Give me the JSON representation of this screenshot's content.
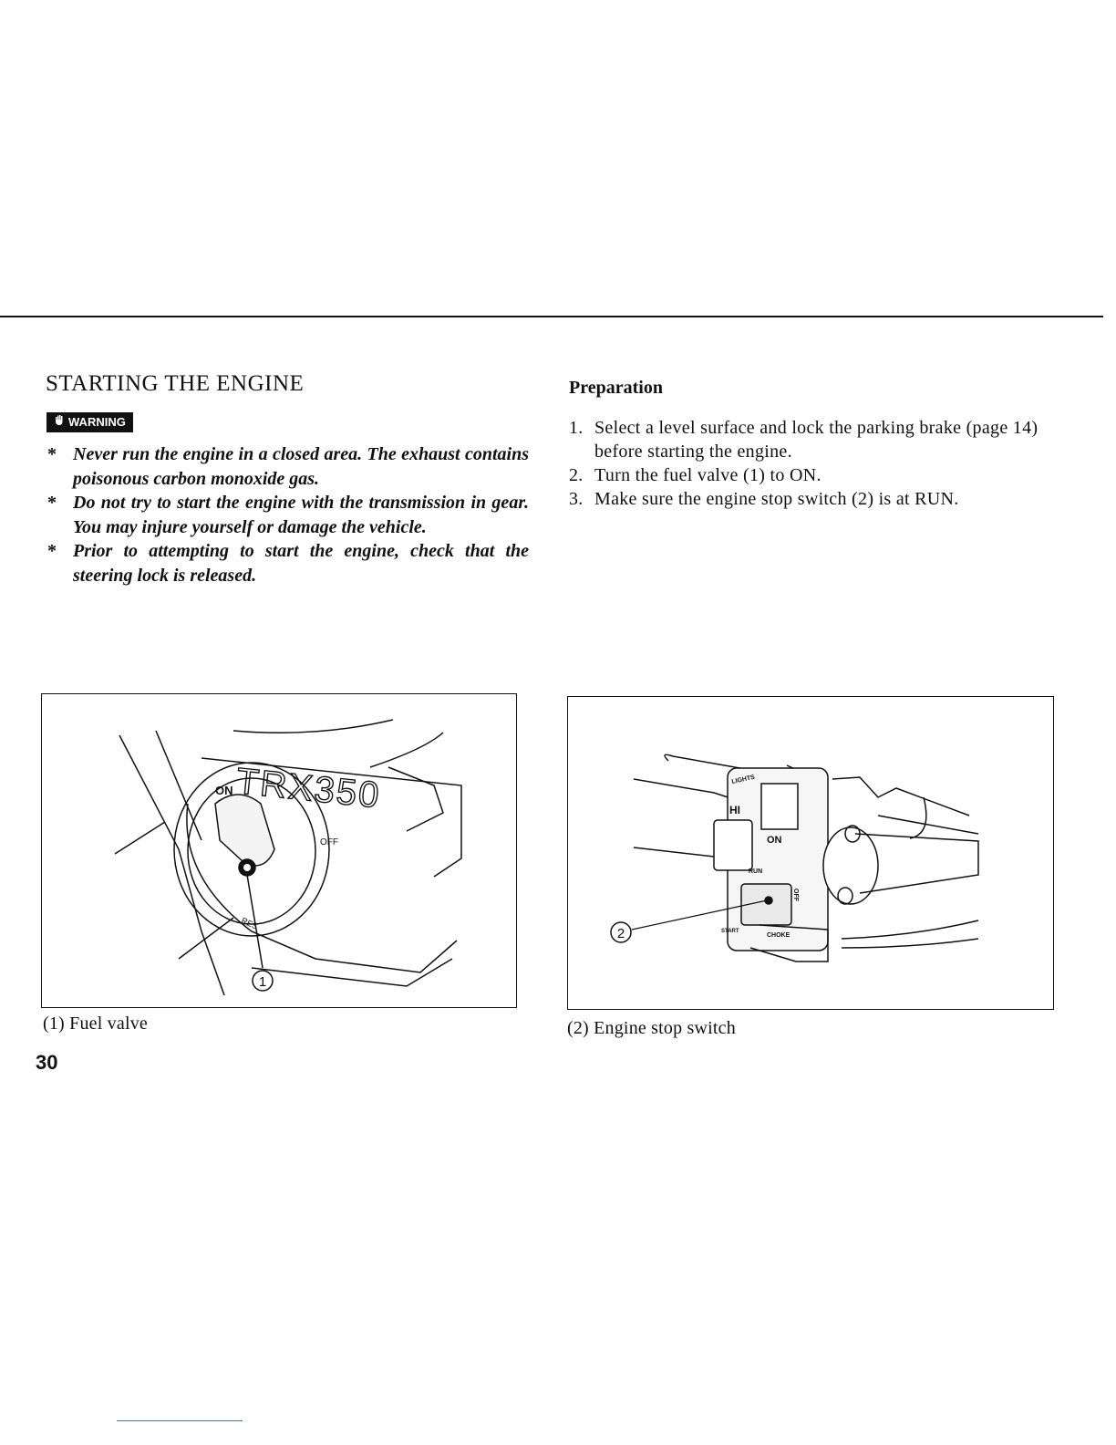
{
  "section_title": "STARTING THE ENGINE",
  "warning_label": "WARNING",
  "warnings": [
    "Never run the engine in a closed area. The exhaust contains poisonous carbon monoxide gas.",
    "Do not try to start the engine with the transmission in gear. You may injure yourself or damage the vehicle.",
    "Prior to attempting to start the engine, check that the steering lock is released."
  ],
  "preparation": {
    "title": "Preparation",
    "steps": [
      {
        "num": "1.",
        "text": "Select a level surface and lock the parking brake (page 14) before starting the engine."
      },
      {
        "num": "2.",
        "text": "Turn the fuel valve (1) to ON."
      },
      {
        "num": "3.",
        "text": "Make sure the engine stop switch (2) is at RUN."
      }
    ]
  },
  "figures": {
    "fuel_valve": {
      "callout": "1",
      "labels": {
        "on": "ON",
        "off": "OFF",
        "model": "TRX350",
        "res": "RES"
      },
      "caption": "(1)  Fuel valve"
    },
    "stop_switch": {
      "callout": "2",
      "labels": {
        "hi": "HI",
        "on": "ON",
        "lights": "LIGHTS",
        "choke": "CHOKE",
        "run": "RUN",
        "off": "OFF",
        "start": "START"
      },
      "caption": "(2)  Engine stop switch"
    }
  },
  "page_number": "30"
}
